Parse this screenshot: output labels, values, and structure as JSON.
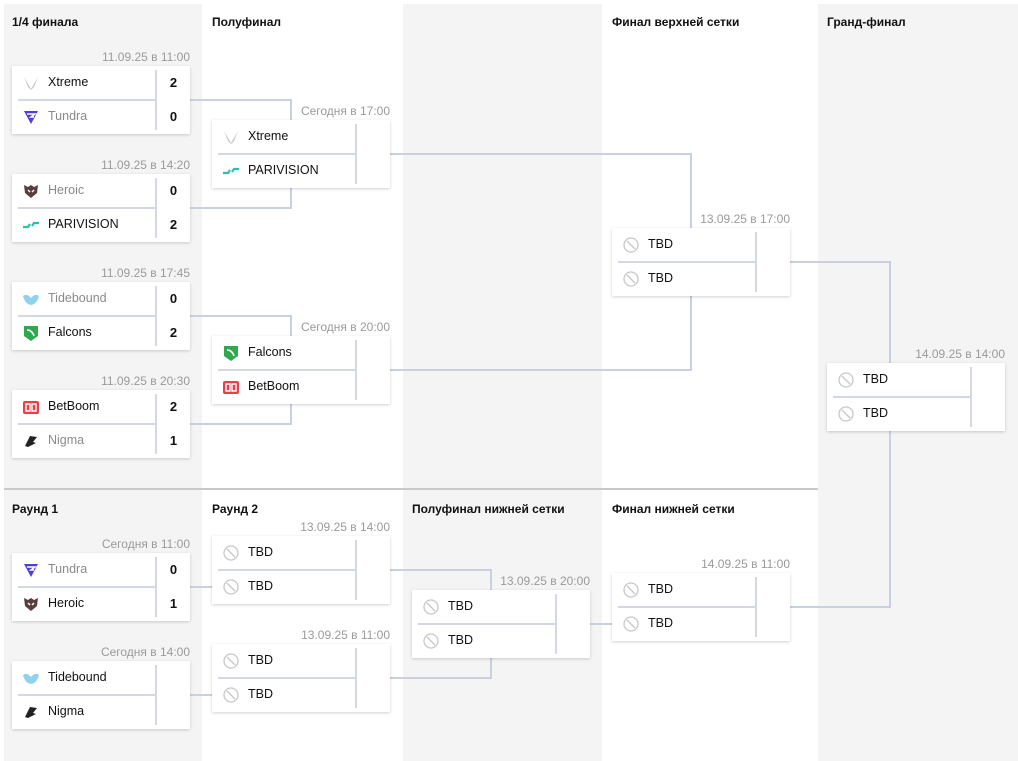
{
  "upper": {
    "rounds": [
      "1/4 финала",
      "Полуфинал",
      "Финал верхней сетки",
      "Гранд-финал"
    ]
  },
  "lower": {
    "rounds": [
      "Раунд 1",
      "Раунд 2",
      "Полуфинал нижней сетки",
      "Финал нижней сетки"
    ]
  },
  "colors": {
    "connector": "#c9d1e0",
    "column_bg": "#f4f4f4",
    "loser_text": "#8a8a8a"
  },
  "matches": [
    {
      "id": "qf1",
      "date": "11.09.25 в 11:00",
      "teams": [
        {
          "name": "Xtreme",
          "icon": "xtreme",
          "score": "2"
        },
        {
          "name": "Tundra",
          "icon": "tundra",
          "score": "0",
          "loser": true
        }
      ]
    },
    {
      "id": "qf2",
      "date": "11.09.25 в 14:20",
      "teams": [
        {
          "name": "Heroic",
          "icon": "heroic",
          "score": "0",
          "loser": true
        },
        {
          "name": "PARIVISION",
          "icon": "parivision",
          "score": "2"
        }
      ]
    },
    {
      "id": "qf3",
      "date": "11.09.25 в 17:45",
      "teams": [
        {
          "name": "Tidebound",
          "icon": "tidebound",
          "score": "0",
          "loser": true
        },
        {
          "name": "Falcons",
          "icon": "falcons",
          "score": "2"
        }
      ]
    },
    {
      "id": "qf4",
      "date": "11.09.25 в 20:30",
      "teams": [
        {
          "name": "BetBoom",
          "icon": "betboom",
          "score": "2"
        },
        {
          "name": "Nigma",
          "icon": "nigma",
          "score": "1",
          "loser": true
        }
      ]
    },
    {
      "id": "sf1",
      "date": "Сегодня в 17:00",
      "teams": [
        {
          "name": "Xtreme",
          "icon": "xtreme",
          "score": ""
        },
        {
          "name": "PARIVISION",
          "icon": "parivision",
          "score": ""
        }
      ]
    },
    {
      "id": "sf2",
      "date": "Сегодня в 20:00",
      "teams": [
        {
          "name": "Falcons",
          "icon": "falcons",
          "score": ""
        },
        {
          "name": "BetBoom",
          "icon": "betboom",
          "score": ""
        }
      ]
    },
    {
      "id": "ubf",
      "date": "13.09.25 в 17:00",
      "teams": [
        {
          "name": "TBD",
          "icon": "tbd",
          "score": ""
        },
        {
          "name": "TBD",
          "icon": "tbd",
          "score": ""
        }
      ]
    },
    {
      "id": "gf",
      "date": "14.09.25 в 14:00",
      "teams": [
        {
          "name": "TBD",
          "icon": "tbd",
          "score": ""
        },
        {
          "name": "TBD",
          "icon": "tbd",
          "score": ""
        }
      ]
    },
    {
      "id": "lr1a",
      "date": "Сегодня в 11:00",
      "teams": [
        {
          "name": "Tundra",
          "icon": "tundra",
          "score": "0",
          "loser": true
        },
        {
          "name": "Heroic",
          "icon": "heroic",
          "score": "1"
        }
      ]
    },
    {
      "id": "lr1b",
      "date": "Сегодня в 14:00",
      "teams": [
        {
          "name": "Tidebound",
          "icon": "tidebound",
          "score": ""
        },
        {
          "name": "Nigma",
          "icon": "nigma",
          "score": ""
        }
      ]
    },
    {
      "id": "lr2a",
      "date": "13.09.25 в 14:00",
      "teams": [
        {
          "name": "TBD",
          "icon": "tbd",
          "score": ""
        },
        {
          "name": "TBD",
          "icon": "tbd",
          "score": ""
        }
      ]
    },
    {
      "id": "lr2b",
      "date": "13.09.25 в 11:00",
      "teams": [
        {
          "name": "TBD",
          "icon": "tbd",
          "score": ""
        },
        {
          "name": "TBD",
          "icon": "tbd",
          "score": ""
        }
      ]
    },
    {
      "id": "lsf",
      "date": "13.09.25 в 20:00",
      "teams": [
        {
          "name": "TBD",
          "icon": "tbd",
          "score": ""
        },
        {
          "name": "TBD",
          "icon": "tbd",
          "score": ""
        }
      ]
    },
    {
      "id": "lf",
      "date": "14.09.25 в 11:00",
      "teams": [
        {
          "name": "TBD",
          "icon": "tbd",
          "score": ""
        },
        {
          "name": "TBD",
          "icon": "tbd",
          "score": ""
        }
      ]
    }
  ]
}
